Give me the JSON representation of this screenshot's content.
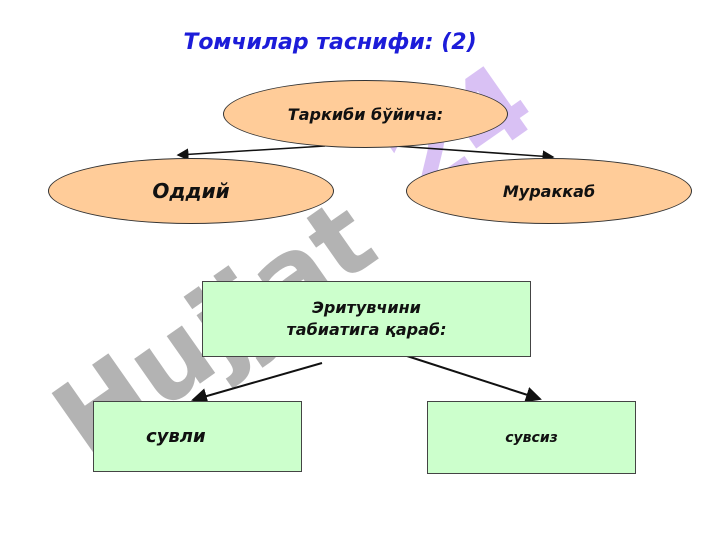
{
  "title": "Томчилар таснифи: (2)",
  "watermark": "Hujjat 24",
  "nodes": {
    "composition": "Таркиби бўйича:",
    "simple": "Оддий",
    "complex": "Мураккаб",
    "solvent_line1": "Эритувчини",
    "solvent_line2": "табиатига қараб:",
    "aqueous": "сувли",
    "anhydrous": "сувсиз"
  },
  "colors": {
    "title": "#1c1cd9",
    "ellipse_fill": "#ffcc99",
    "box_fill": "#ccffcc",
    "watermark_gray": "#9a9a9a",
    "watermark_purple": "#c9a6ef"
  }
}
